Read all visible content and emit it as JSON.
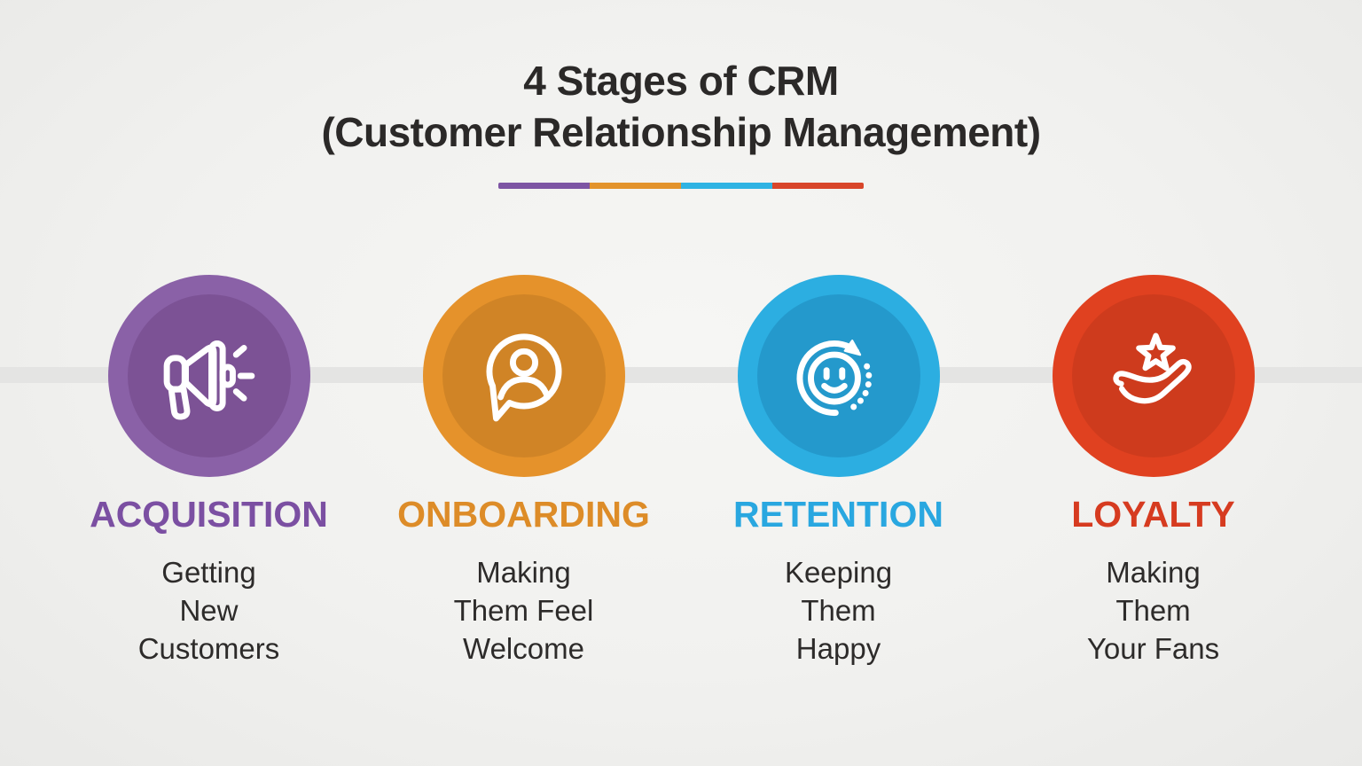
{
  "title": {
    "line1": "4 Stages of CRM",
    "line2": "(Customer Relationship Management)"
  },
  "divider": {
    "colors": [
      "#7d55a4",
      "#e3932c",
      "#2fb3e3",
      "#d8452a"
    ]
  },
  "timeline": {
    "color": "#e4e4e3"
  },
  "background": {
    "color": "#f1f1ef"
  },
  "text_color": "#2d2b2a",
  "stages": [
    {
      "name": "ACQUISITION",
      "icon": "megaphone-icon",
      "colors": {
        "outer": "#8a61a7",
        "inner": "#7c5295",
        "label": "#7b4fa2"
      },
      "description": [
        "Getting",
        "New",
        "Customers"
      ]
    },
    {
      "name": "ONBOARDING",
      "icon": "person-speech-bubble-icon",
      "colors": {
        "outer": "#e5922b",
        "inner": "#d08426",
        "label": "#dd8c28"
      },
      "description": [
        "Making",
        "Them Feel",
        "Welcome"
      ]
    },
    {
      "name": "RETENTION",
      "icon": "smiley-refresh-icon",
      "colors": {
        "outer": "#2caee1",
        "inner": "#2499cc",
        "label": "#29a7e0"
      },
      "description": [
        "Keeping",
        "Them",
        "Happy"
      ]
    },
    {
      "name": "LOYALTY",
      "icon": "hand-star-icon",
      "colors": {
        "outer": "#e04120",
        "inner": "#ce3b1d",
        "label": "#d63b20"
      },
      "description": [
        "Making",
        "Them",
        "Your Fans"
      ]
    }
  ]
}
